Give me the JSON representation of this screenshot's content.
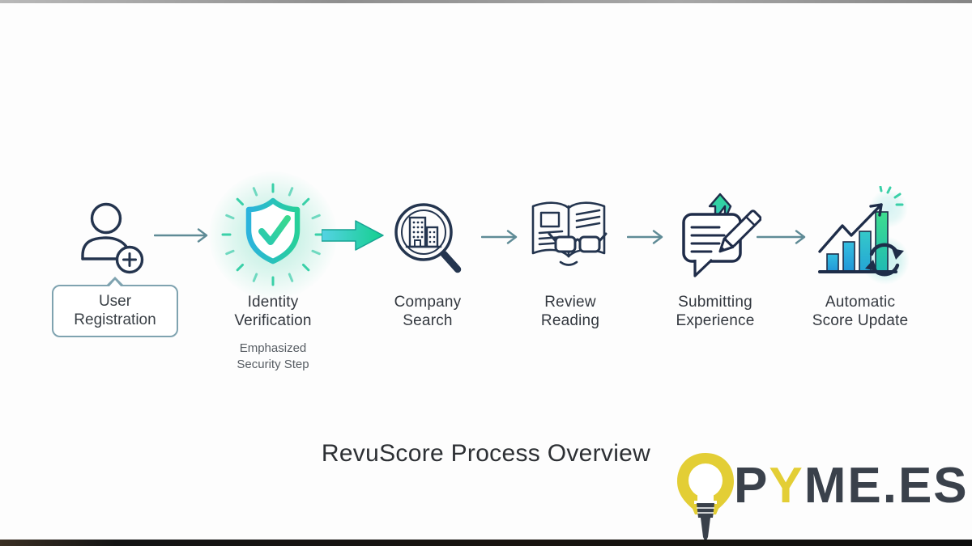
{
  "title": "RevuScore Process Overview",
  "steps": [
    {
      "name": "User Registration",
      "lines": [
        "User",
        "Registration"
      ]
    },
    {
      "name": "Identity Verification",
      "lines": [
        "Identity",
        "Verification"
      ],
      "note_lines": [
        "Emphasized",
        "Security Step"
      ]
    },
    {
      "name": "Company Search",
      "lines": [
        "Company",
        "Search"
      ]
    },
    {
      "name": "Review Reading",
      "lines": [
        "Review",
        "Reading"
      ]
    },
    {
      "name": "Submitting Experience",
      "lines": [
        "Submitting",
        "Experience"
      ]
    },
    {
      "name": "Automatic Score Update",
      "lines": [
        "Automatic",
        "Score Update"
      ]
    }
  ],
  "icons": {
    "step1": "user-add-icon",
    "step2": "shield-check-icon",
    "step3": "magnifier-buildings-icon",
    "step4": "open-book-glasses-icon",
    "step5": "speech-bubble-pencil-icon",
    "step6": "bar-chart-refresh-icon",
    "connector": "arrow-right-icon",
    "connector_emphasized": "thick-gradient-arrow-icon",
    "logo": "lightbulb-tie-icon"
  },
  "logo": {
    "part_dark_1": "P",
    "part_accent": "Y",
    "part_dark_2": "ME.ES"
  },
  "colors": {
    "accent_cyan": "#3fc9dd",
    "accent_green": "#21cd8e",
    "icon_outline_navy": "#24344e",
    "connector_teal": "#5f8b96",
    "glow_mint": "#bdeede",
    "label_gray": "#33383f",
    "note_gray": "#575d63",
    "callout_border": "#7fa3b0",
    "title_gray": "#2d3034",
    "logo_yellow": "#e3ce35",
    "logo_dark": "#3a414b",
    "top_bar_gray": "#9b9b9b",
    "bottom_bar_black": "#161616"
  }
}
